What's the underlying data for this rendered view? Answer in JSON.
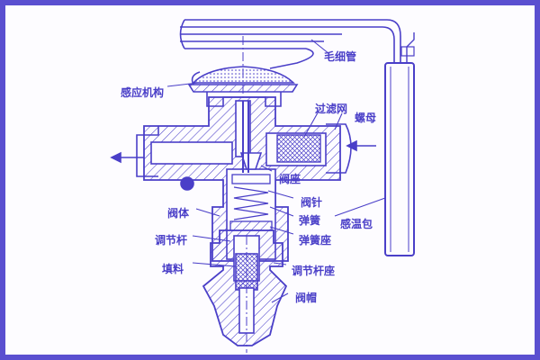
{
  "colors": {
    "ink": "#4a3fc8",
    "border": "#5a4fd0",
    "background": "#fdfcff"
  },
  "labels": {
    "capillary": "毛细管",
    "sensing_mechanism": "感应机构",
    "filter_screen": "过滤网",
    "nut": "螺母",
    "valve_seat": "阀座",
    "valve_needle": "阀针",
    "spring": "弹簧",
    "spring_seat": "弹簧座",
    "valve_body": "阀体",
    "adjusting_rod": "调节杆",
    "adjusting_rod_seat": "调节杆座",
    "packing": "填料",
    "valve_cap": "阀帽",
    "sensing_bulb": "感温包"
  }
}
